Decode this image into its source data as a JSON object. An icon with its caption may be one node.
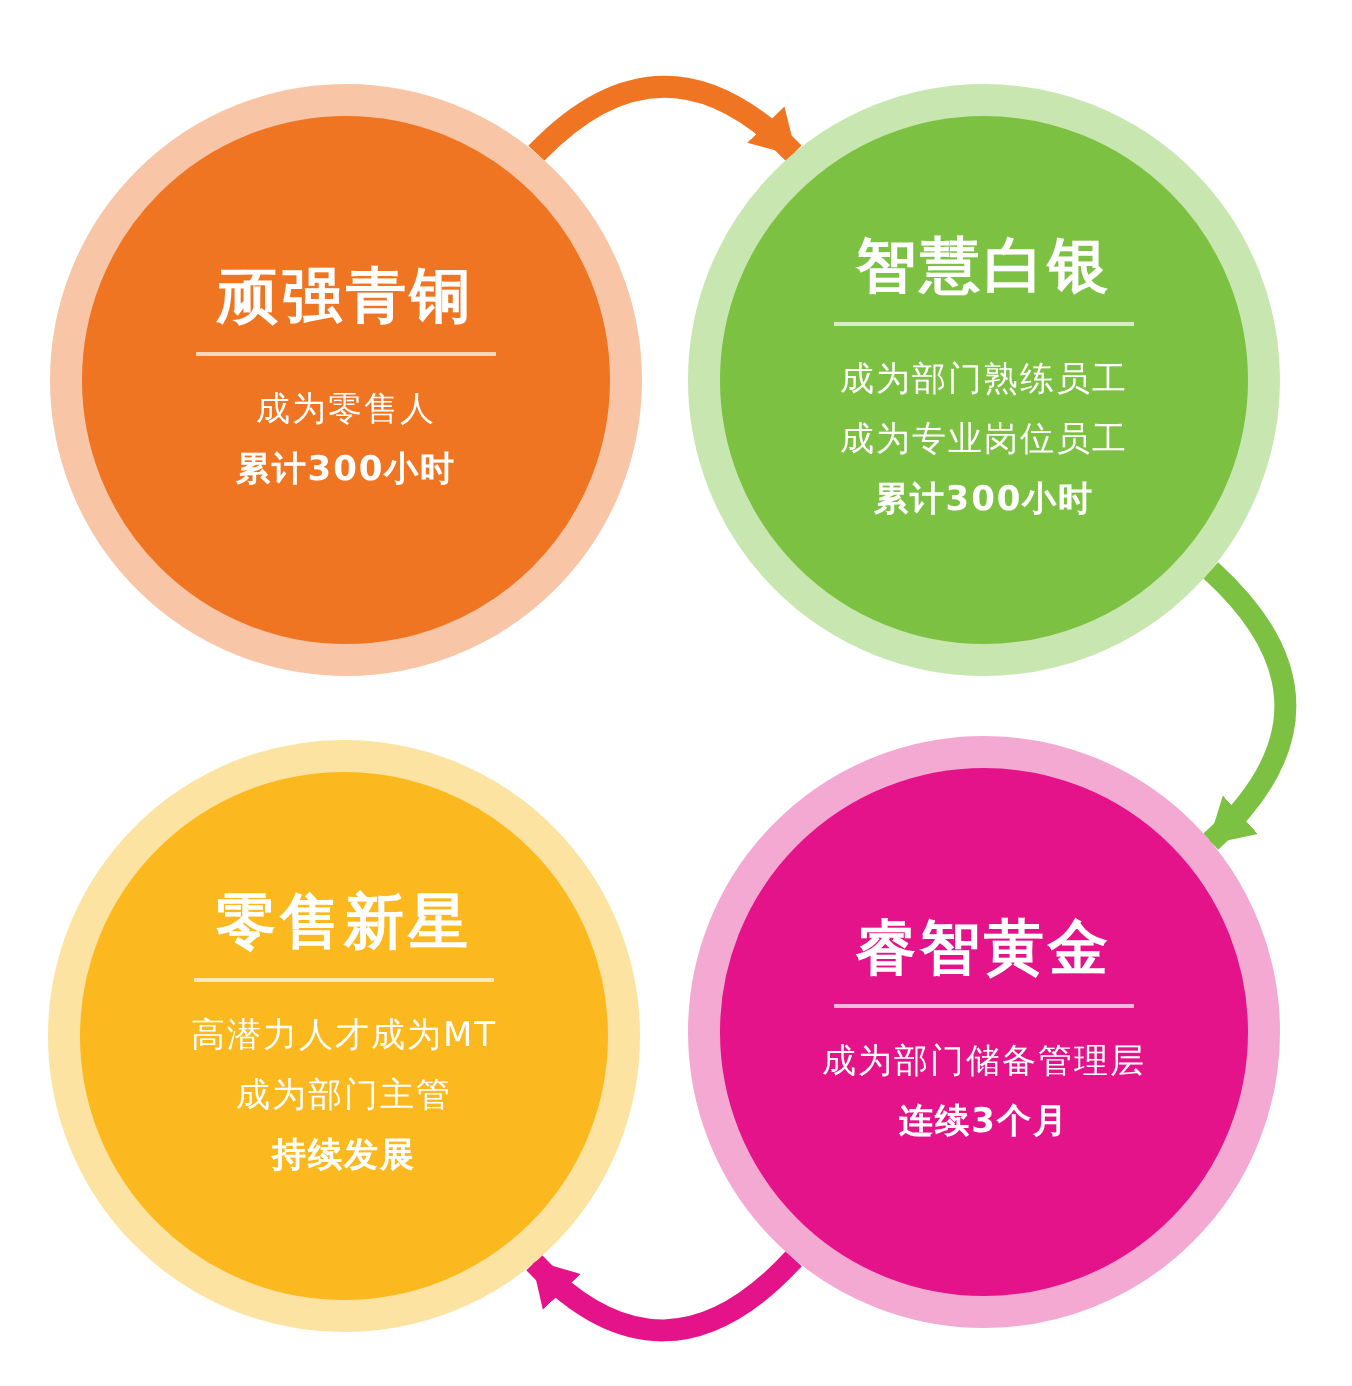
{
  "diagram": {
    "nodes": [
      {
        "text": [
          "顽强青铜",
          "成为零售人",
          "累计300小时"
        ]
      },
      {
        "text": [
          "智慧白银",
          "成为部门熟练员工",
          "成为专业岗位员工",
          "累计300小时"
        ]
      },
      {
        "text": [
          "睿智黄金",
          "成为部门储备管理层",
          "连续3个月"
        ]
      },
      {
        "text": [
          "零售新星",
          "高潜力人才成为MT",
          "成为部门主管",
          "持续发展"
        ]
      }
    ],
    "edges": [
      {
        "from": 0,
        "to": 1,
        "arrow": "to",
        "color": "#ef7522"
      },
      {
        "from": 1,
        "to": 2,
        "arrow": "to",
        "color": "#7cc142"
      },
      {
        "from": 2,
        "to": 3,
        "arrow": "to",
        "color": "#e5138a"
      }
    ]
  }
}
